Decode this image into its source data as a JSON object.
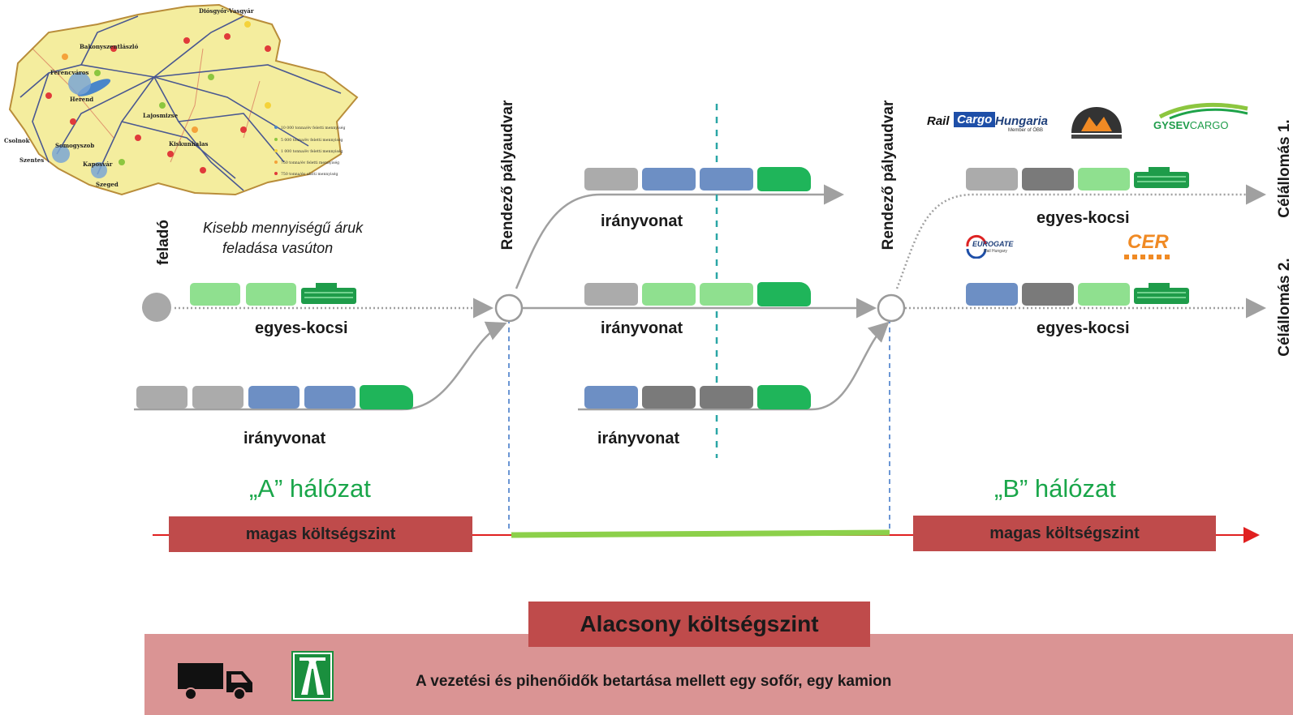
{
  "map": {
    "cities": [
      "Diósgyőr-Vasgyár",
      "Bakonyszentlászló",
      "Ferencváros",
      "Herend",
      "Lajosmizse",
      "Kiskunhalas",
      "Kaposvár",
      "Somogyszob",
      "Csolnok",
      "Szentes",
      "Szeged"
    ],
    "legend": [
      "10 000 tonna/év feletti mennyiség",
      "5 000 tonna/év feletti mennyiség",
      "1 000 tonna/év feletti mennyiség",
      "750 tonna/év feletti mennyiség",
      "750 tonna/év alatti mennyiség"
    ]
  },
  "sender": {
    "label": "feladó",
    "note_line1": "Kisebb mennyiségű áruk",
    "note_line2": "feladása vasúton"
  },
  "yards": {
    "left": "Rendező pályaudvar",
    "right": "Rendező pályaudvar"
  },
  "destinations": {
    "d1": "Célállomás 1.",
    "d2": "Célállomás 2."
  },
  "train_labels": {
    "left_wagonload": "egyes-kocsi",
    "left_block": "irányvonat",
    "mid_top": "irányvonat",
    "mid_middle": "irányvonat",
    "mid_bottom": "irányvonat",
    "right_top": "egyes-kocsi",
    "right_bottom": "egyes-kocsi"
  },
  "logos": {
    "railcargo_rail": "Rail",
    "railcargo_cargo": "Cargo",
    "railcargo_hungaria": "Hungaria",
    "railcargo_sub": "Member of ÖBB",
    "gysev": "GYSEV",
    "gysev_cargo": "CARGO",
    "eurogate": "EUROGATE",
    "eurogate_sub": "Rail Hungary",
    "cer": "CER"
  },
  "networks": {
    "a": "„A” hálózat",
    "b": "„B” hálózat"
  },
  "costs": {
    "high_left": "magas költségszint",
    "high_right": "magas költségszint",
    "low": "Alacsony költségszint"
  },
  "road": {
    "text": "A vezetési és pihenőidők betartása mellett egy sofőr, egy kamion"
  },
  "colors": {
    "wagon_gray": "#ababab",
    "wagon_dark": "#7a7a7a",
    "wagon_blue": "#6d8fc4",
    "wagon_light_green": "#8fe08f",
    "loco_green": "#1fb55a",
    "cost_red": "#bf4b4b",
    "low_band": "#da9494",
    "network_green": "#1aa64a",
    "teal_divider": "#2aa6a6"
  }
}
